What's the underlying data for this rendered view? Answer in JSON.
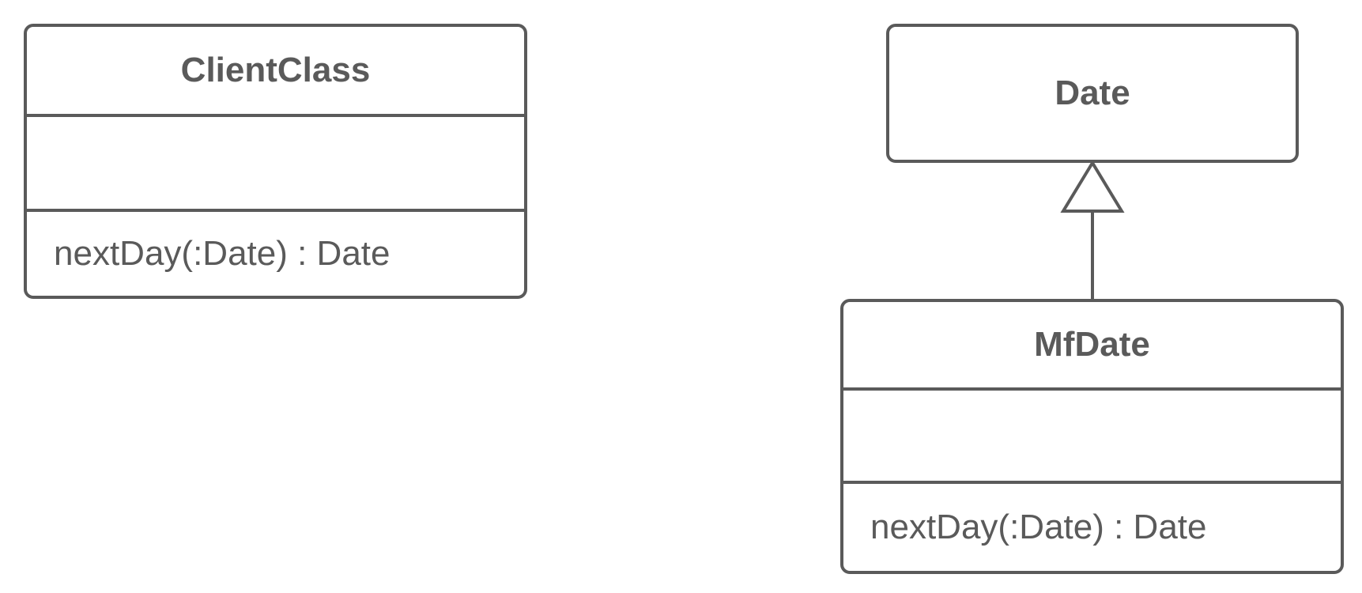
{
  "classes": {
    "client": {
      "name": "ClientClass",
      "attributes": [],
      "operations": [
        "nextDay(:Date) : Date"
      ]
    },
    "date": {
      "name": "Date"
    },
    "mfdate": {
      "name": "MfDate",
      "attributes": [],
      "operations": [
        "nextDay(:Date) : Date"
      ]
    }
  },
  "relationships": [
    {
      "type": "generalization",
      "from": "MfDate",
      "to": "Date"
    }
  ],
  "colors": {
    "line": "#5a5a5a",
    "text": "#5a5a5a",
    "background": "#ffffff"
  }
}
